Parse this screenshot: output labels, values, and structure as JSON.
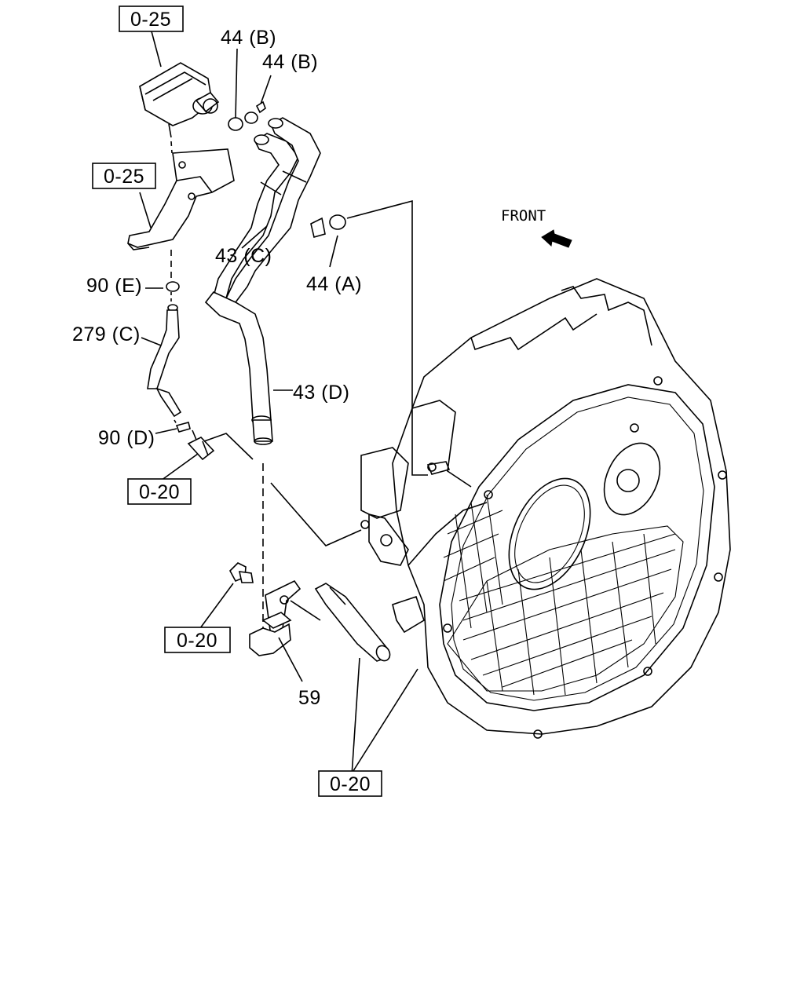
{
  "front_label": "FRONT",
  "refs": {
    "ref_025_top": "0-25",
    "ref_025_bracket": "0-25",
    "ref_020_connector": "0-20",
    "ref_020_bolt": "0-20",
    "ref_020_bottom": "0-20"
  },
  "callouts": {
    "c44b_1": "44 (B)",
    "c44b_2": "44 (B)",
    "c43c": "43 (C)",
    "c44a": "44 (A)",
    "c90e": "90 (E)",
    "c279c": "279 (C)",
    "c43d": "43 (D)",
    "c90d": "90 (D)",
    "c59": "59"
  }
}
